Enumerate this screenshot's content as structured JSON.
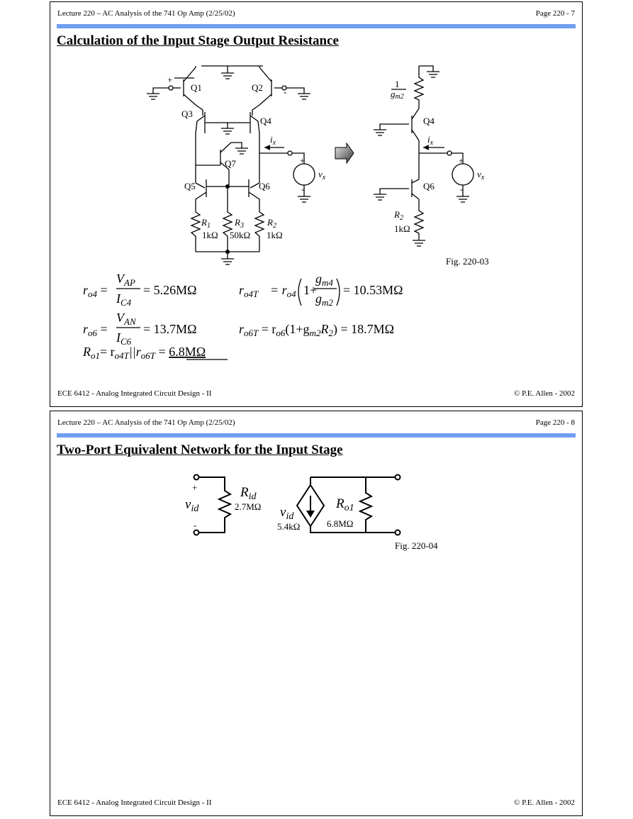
{
  "slide1": {
    "header_left": "Lecture 220 – AC Analysis of the 741 Op Amp  (2/25/02)",
    "header_right": "Page 220 - 7",
    "title": "Calculation of the Input Stage Output Resistance",
    "footer_left": "ECE 6412  - Analog Integrated Circuit Design - II",
    "footer_right": "© P.E. Allen - 2002",
    "figure_caption": "Fig. 220-03",
    "circuit_left": {
      "transistors": [
        "Q1",
        "Q2",
        "Q3",
        "Q4",
        "Q5",
        "Q6",
        "Q7"
      ],
      "plus": "+",
      "minus": "-",
      "current": "i",
      "current_sub": "x",
      "source": "v",
      "source_sub": "x",
      "r1": "R",
      "r1_sub": "1",
      "r1_val": "1kΩ",
      "r3": "R",
      "r3_sub": "3",
      "r3_val": "50kΩ",
      "r2": "R",
      "r2_sub": "2",
      "r2_val": "1kΩ"
    },
    "circuit_right": {
      "gm_num": "1",
      "gm_g": "g",
      "gm_sub": "m2",
      "q_top": "Q4",
      "q_bot": "Q6",
      "current": "i",
      "current_sub": "x",
      "source": "v",
      "source_sub": "x",
      "r2": "R",
      "r2_sub": "2",
      "r2_val": "1kΩ"
    },
    "equations": {
      "ro4_lhs": "r",
      "ro4_lhs_sub": "o4",
      "ro4_num": "V",
      "ro4_num_sub": "AP",
      "ro4_den": "I",
      "ro4_den_sub": "C4",
      "ro4_result": "= 5.26MΩ",
      "ro4t_lhs": "r",
      "ro4t_lhs_sub": "o4T",
      "ro4t_mid": "= r",
      "ro4t_mid_sub": "o4",
      "ro4t_one": "1+",
      "ro4t_num": "g",
      "ro4t_num_sub": "m4",
      "ro4t_den": "g",
      "ro4t_den_sub": "m2",
      "ro4t_result": "= 10.53MΩ",
      "ro6_lhs": "r",
      "ro6_lhs_sub": "o6",
      "ro6_num": "V",
      "ro6_num_sub": "AN",
      "ro6_den": "I",
      "ro6_den_sub": "C6",
      "ro6_result": "= 13.7MΩ",
      "ro6t_text": "r",
      "ro6t_sub": "o6T",
      "ro6t_rhs": "= r",
      "ro6t_rhs_sub": "o6",
      "ro6t_paren": "(1+g",
      "ro6t_gsub": "m2",
      "ro6t_r": "R",
      "ro6t_rsub": "2",
      "ro6t_result": ") = 18.7MΩ",
      "ro1_lhs": "R",
      "ro1_lhs_sub": "o1",
      "ro1_eq": "= r",
      "ro1_a_sub": "o4T",
      "ro1_par": "||r",
      "ro1_b_sub": "o6T",
      "ro1_result": "6.8MΩ"
    }
  },
  "slide2": {
    "header_left": "Lecture 220 – AC Analysis of the 741 Op Amp  (2/25/02)",
    "header_right": "Page 220 - 8",
    "title": "Two-Port Equivalent Network for the Input Stage",
    "footer_left": "ECE 6412  - Analog Integrated Circuit Design - II",
    "footer_right": "© P.E. Allen - 2002",
    "figure_caption": "Fig. 220-04",
    "network": {
      "plus": "+",
      "minus": "-",
      "vin": "v",
      "vin_sub": "id",
      "rid": "R",
      "rid_sub": "id",
      "rid_val": "2.7MΩ",
      "src": "v",
      "src_sub": "id",
      "src_val": "5.4kΩ",
      "ro": "R",
      "ro_sub": "o1",
      "ro_val": "6.8MΩ"
    }
  }
}
